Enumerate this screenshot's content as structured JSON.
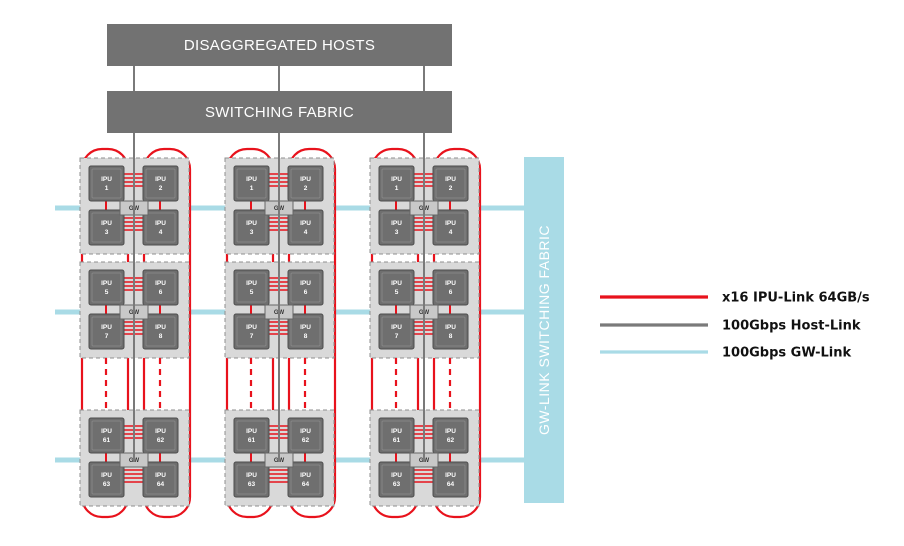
{
  "top_bars": {
    "hosts": "DISAGGREGATED HOSTS",
    "fabric": "SWITCHING FABRIC"
  },
  "side_fabric": "GW-LINK  SWITCHING FABRIC",
  "gateway_label": "GW",
  "ipu_label": "IPU",
  "racks": [
    {
      "pods": [
        [
          "1",
          "2",
          "3",
          "4"
        ],
        [
          "5",
          "6",
          "7",
          "8"
        ],
        [
          "61",
          "62",
          "63",
          "64"
        ]
      ]
    },
    {
      "pods": [
        [
          "1",
          "2",
          "3",
          "4"
        ],
        [
          "5",
          "6",
          "7",
          "8"
        ],
        [
          "61",
          "62",
          "63",
          "64"
        ]
      ]
    },
    {
      "pods": [
        [
          "1",
          "2",
          "3",
          "4"
        ],
        [
          "5",
          "6",
          "7",
          "8"
        ],
        [
          "61",
          "62",
          "63",
          "64"
        ]
      ]
    }
  ],
  "legend": [
    {
      "label": "x16 IPU-Link 64GB/s",
      "color": "#e8121c"
    },
    {
      "label": "100Gbps Host-Link",
      "color": "#7a7a7a"
    },
    {
      "label": "100Gbps GW-Link",
      "color": "#a9dbe6"
    }
  ],
  "colors": {
    "bar": "#727272",
    "ipu": "#6f6f6f",
    "pod_bg": "#d9d9d9",
    "ipu_link": "#e8121c",
    "host_link": "#7a7a7a",
    "gw_link": "#a9dbe6",
    "gw_box": "#c8c8c8"
  }
}
